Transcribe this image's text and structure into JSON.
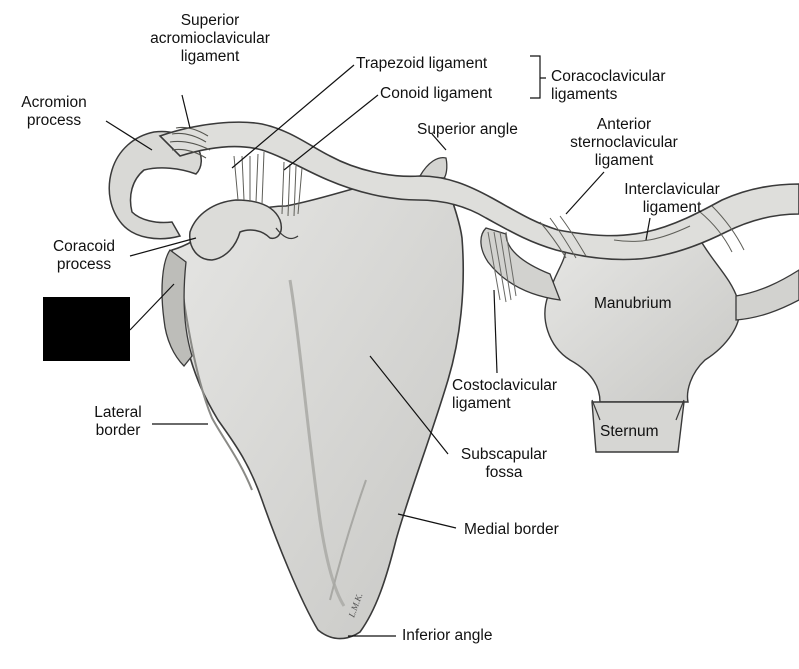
{
  "colors": {
    "bone_fill": "#d9d9d7",
    "bone_shadow": "#a9a9a5",
    "outline": "#3a3a3a",
    "redaction": "#000000"
  },
  "labels": {
    "superior_acromioclavicular": "Superior\nacromioclavicular\nligament",
    "acromion": "Acromion\nprocess",
    "trapezoid": "Trapezoid ligament",
    "conoid": "Conoid ligament",
    "coracoclavicular": "Coracoclavicular\nligaments",
    "superior_angle": "Superior angle",
    "anterior_sternoclavicular": "Anterior\nsternoclavicular\nligament",
    "interclavicular": "Interclavicular\nligament",
    "coracoid": "Coracoid\nprocess",
    "manubrium": "Manubrium",
    "costoclavicular": "Costoclavicular\nligament",
    "sternum": "Sternum",
    "lateral_border": "Lateral\nborder",
    "subscapular_fossa": "Subscapular\nfossa",
    "medial_border": "Medial border",
    "inferior_angle": "Inferior angle",
    "signature": "L.M.K."
  }
}
